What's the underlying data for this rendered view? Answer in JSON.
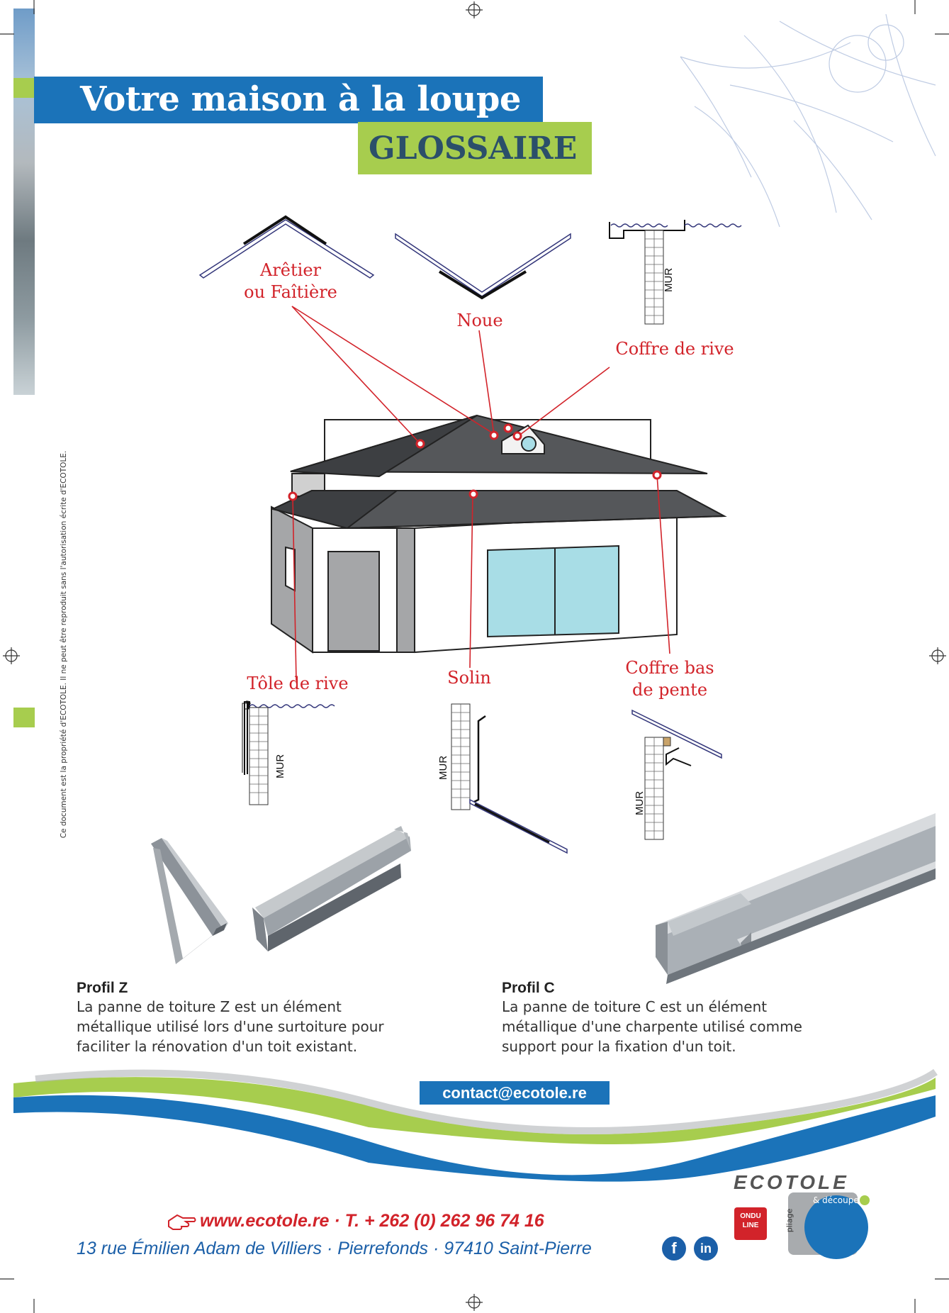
{
  "header": {
    "title": "Votre maison à la loupe",
    "subtitle": "GLOSSAIRE"
  },
  "side_note": "Ce document est la propriété d'ECOTOLE. Il ne peut être reproduit sans l'autorisation écrite d'ECOTOLE.",
  "labels": {
    "aretier": [
      "Arêtier",
      "ou Faîtière"
    ],
    "noue": "Noue",
    "coffre_rive": "Coffre de rive",
    "tole_rive": "Tôle de rive",
    "solin": "Solin",
    "coffre_bas": [
      "Coffre bas",
      "de pente"
    ],
    "mur": "MUR"
  },
  "profils": [
    {
      "title": "Profil Z",
      "lines": [
        "La panne de toiture Z est un élément",
        "métallique utilisé lors d'une surtoiture pour",
        "faciliter la rénovation d'un toit existant."
      ]
    },
    {
      "title": "Profil C",
      "lines": [
        "La panne de toiture C est un élément",
        "métallique d'une charpente utilisé comme",
        "support pour la fixation d'un toit."
      ]
    }
  ],
  "footer": {
    "email": "contact@ecotole.re",
    "web_phone": "www.ecotole.re · T. + 262 (0) 262 96 74 16",
    "address": "13 rue Émilien Adam de Villiers · Pierrefonds · 97410 Saint-Pierre",
    "brand": "ECOTOLE",
    "onduline": "ONDU LINE",
    "pliage": "pliage",
    "decoupe": "& découpe",
    "social": {
      "facebook": "f",
      "linkedin": "in"
    }
  },
  "colors": {
    "blue": "#1b73b9",
    "green": "#a7cd4e",
    "red": "#d2232a",
    "roof": "#55575a"
  }
}
